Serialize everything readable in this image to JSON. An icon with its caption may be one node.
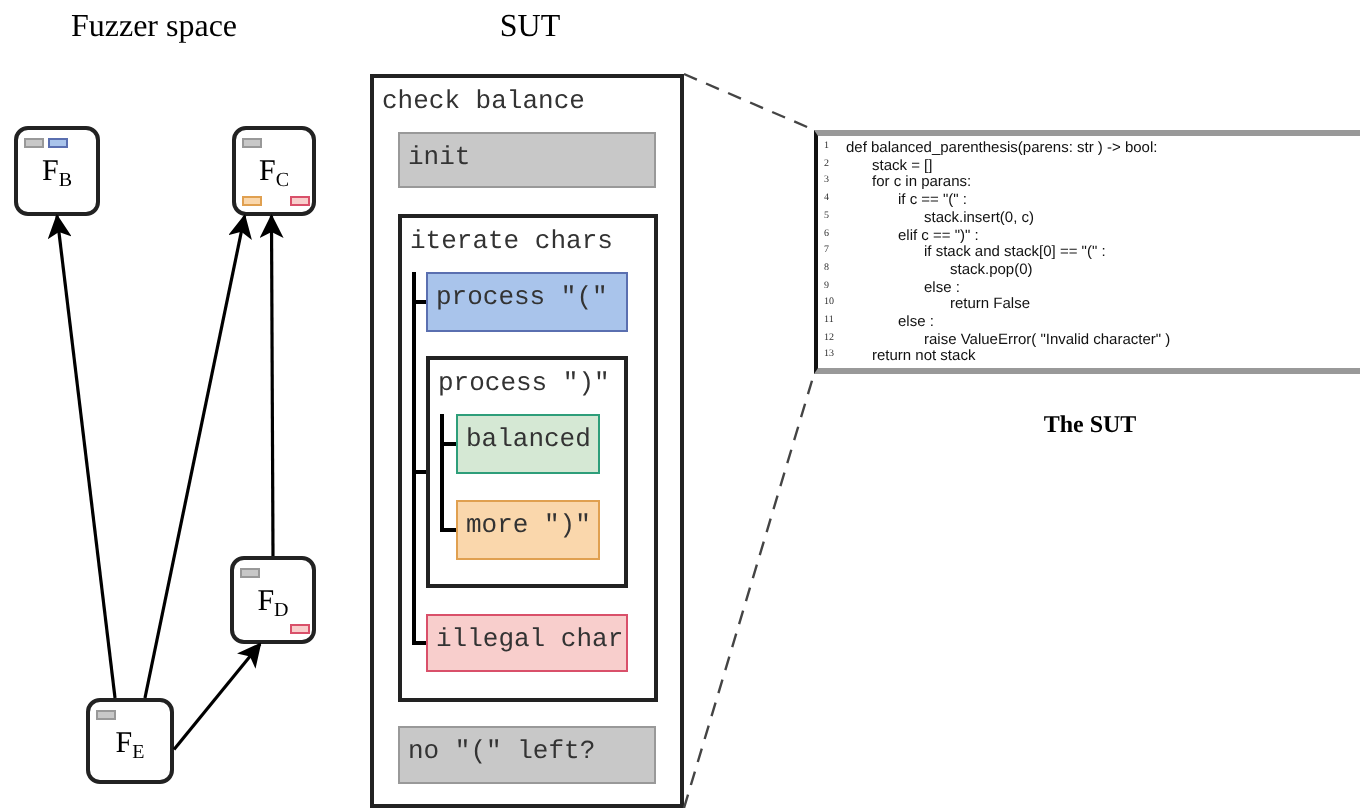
{
  "diagram": {
    "nodes": [
      {
        "text": [
          "F$_{B}$"
        ]
      },
      {
        "text": [
          "F$_{C}$"
        ]
      },
      {
        "text": [
          "F$_{D}$"
        ]
      },
      {
        "text": [
          "F$_{E}$"
        ]
      },
      {
        "text": [
          "check balance"
        ]
      },
      {
        "text": [
          "init"
        ],
        "in": 4
      },
      {
        "text": [
          "iterate chars"
        ],
        "in": 4
      },
      {
        "text": [
          "process \"(\""
        ],
        "in": 6
      },
      {
        "text": [
          "process \")\""
        ],
        "in": 6
      },
      {
        "text": [
          "balanced"
        ],
        "in": 8
      },
      {
        "text": [
          "more \")\""
        ],
        "in": 8
      },
      {
        "text": [
          "illegal char"
        ],
        "in": 6
      },
      {
        "text": [
          "no \"(\" left?"
        ],
        "in": 4
      },
      {
        "text": [
          "def balanced_parenthesis(parens: str ) -> bool:",
          "stack = []",
          "for c in parans:",
          "if c == \"(\" :",
          "stack.insert(0, c)",
          "elif c == \")\" :",
          "if stack and stack[0] == \"(\" :",
          "stack.pop(0)",
          "else :",
          "return False",
          "else :",
          "raise ValueError( \"Invalid character\" )",
          "return not stack"
        ],
        "beside": [
          "The SUT"
        ]
      }
    ],
    "edges": [
      {
        "from": 3,
        "to": 0,
        "arrow": "to"
      },
      {
        "from": 3,
        "to": 1,
        "arrow": "to"
      },
      {
        "from": 3,
        "to": 2,
        "arrow": "to"
      },
      {
        "from": 2,
        "to": 1,
        "arrow": "to"
      },
      {
        "from": 4,
        "to": 13,
        "arrow": "none",
        "style": "dashed"
      },
      {
        "from": 4,
        "to": 13,
        "arrow": "none",
        "style": "dashed"
      },
      {
        "from": 6,
        "to": 7,
        "arrow": "none"
      },
      {
        "from": 6,
        "to": 8,
        "arrow": "none"
      },
      {
        "from": 6,
        "to": 11,
        "arrow": "none"
      },
      {
        "from": 8,
        "to": 9,
        "arrow": "none"
      },
      {
        "from": 8,
        "to": 10,
        "arrow": "none"
      }
    ],
    "labels": [
      "Fuzzer space",
      "SUT",
      "1",
      "2",
      "3",
      "4",
      "5",
      "6",
      "7",
      "8",
      "9",
      "10",
      "11",
      "12",
      "13"
    ]
  }
}
